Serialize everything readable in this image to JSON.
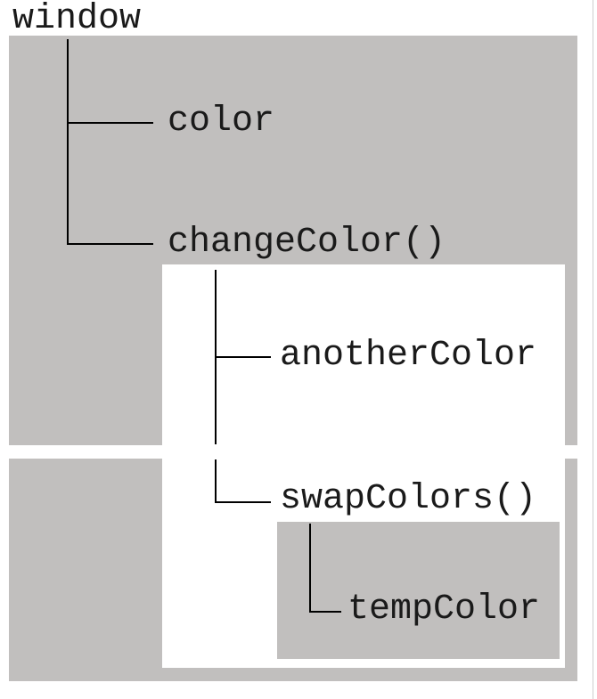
{
  "diagram": {
    "labels": {
      "window": "window",
      "color": "color",
      "change_color": "changeColor()",
      "another_color": "anotherColor",
      "swap_colors": "swapColors()",
      "temp_color": "tempColor"
    },
    "scope_colors": {
      "outer": "#c1bfbe",
      "middle": "#ffffff",
      "inner": "#c1bfbe",
      "line": "#000000"
    }
  }
}
